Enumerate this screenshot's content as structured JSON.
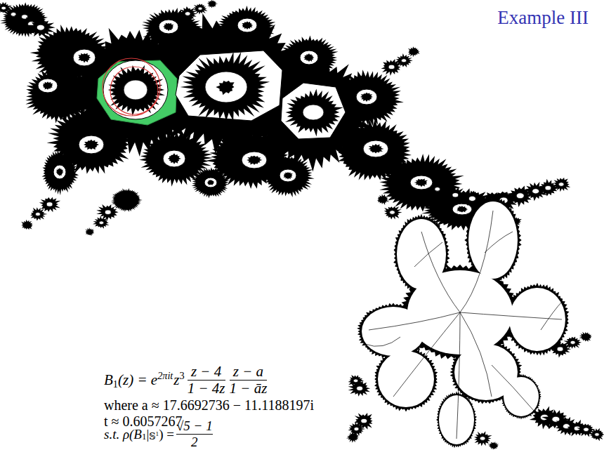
{
  "diagram": {
    "title": "Example III",
    "labels": [
      "B",
      "1",
      "(z) = e",
      "2πit",
      "z",
      "3",
      "z − 4",
      "1 − 4z",
      "z − a",
      "1 − āz",
      "where a ≈ 17.6692736 − 11.1188197i",
      "t ≈ 0.6057267",
      "s.t. ρ(B",
      "1",
      "|",
      "𝕊",
      "1",
      ") =",
      "√5 − 1",
      "2"
    ]
  }
}
